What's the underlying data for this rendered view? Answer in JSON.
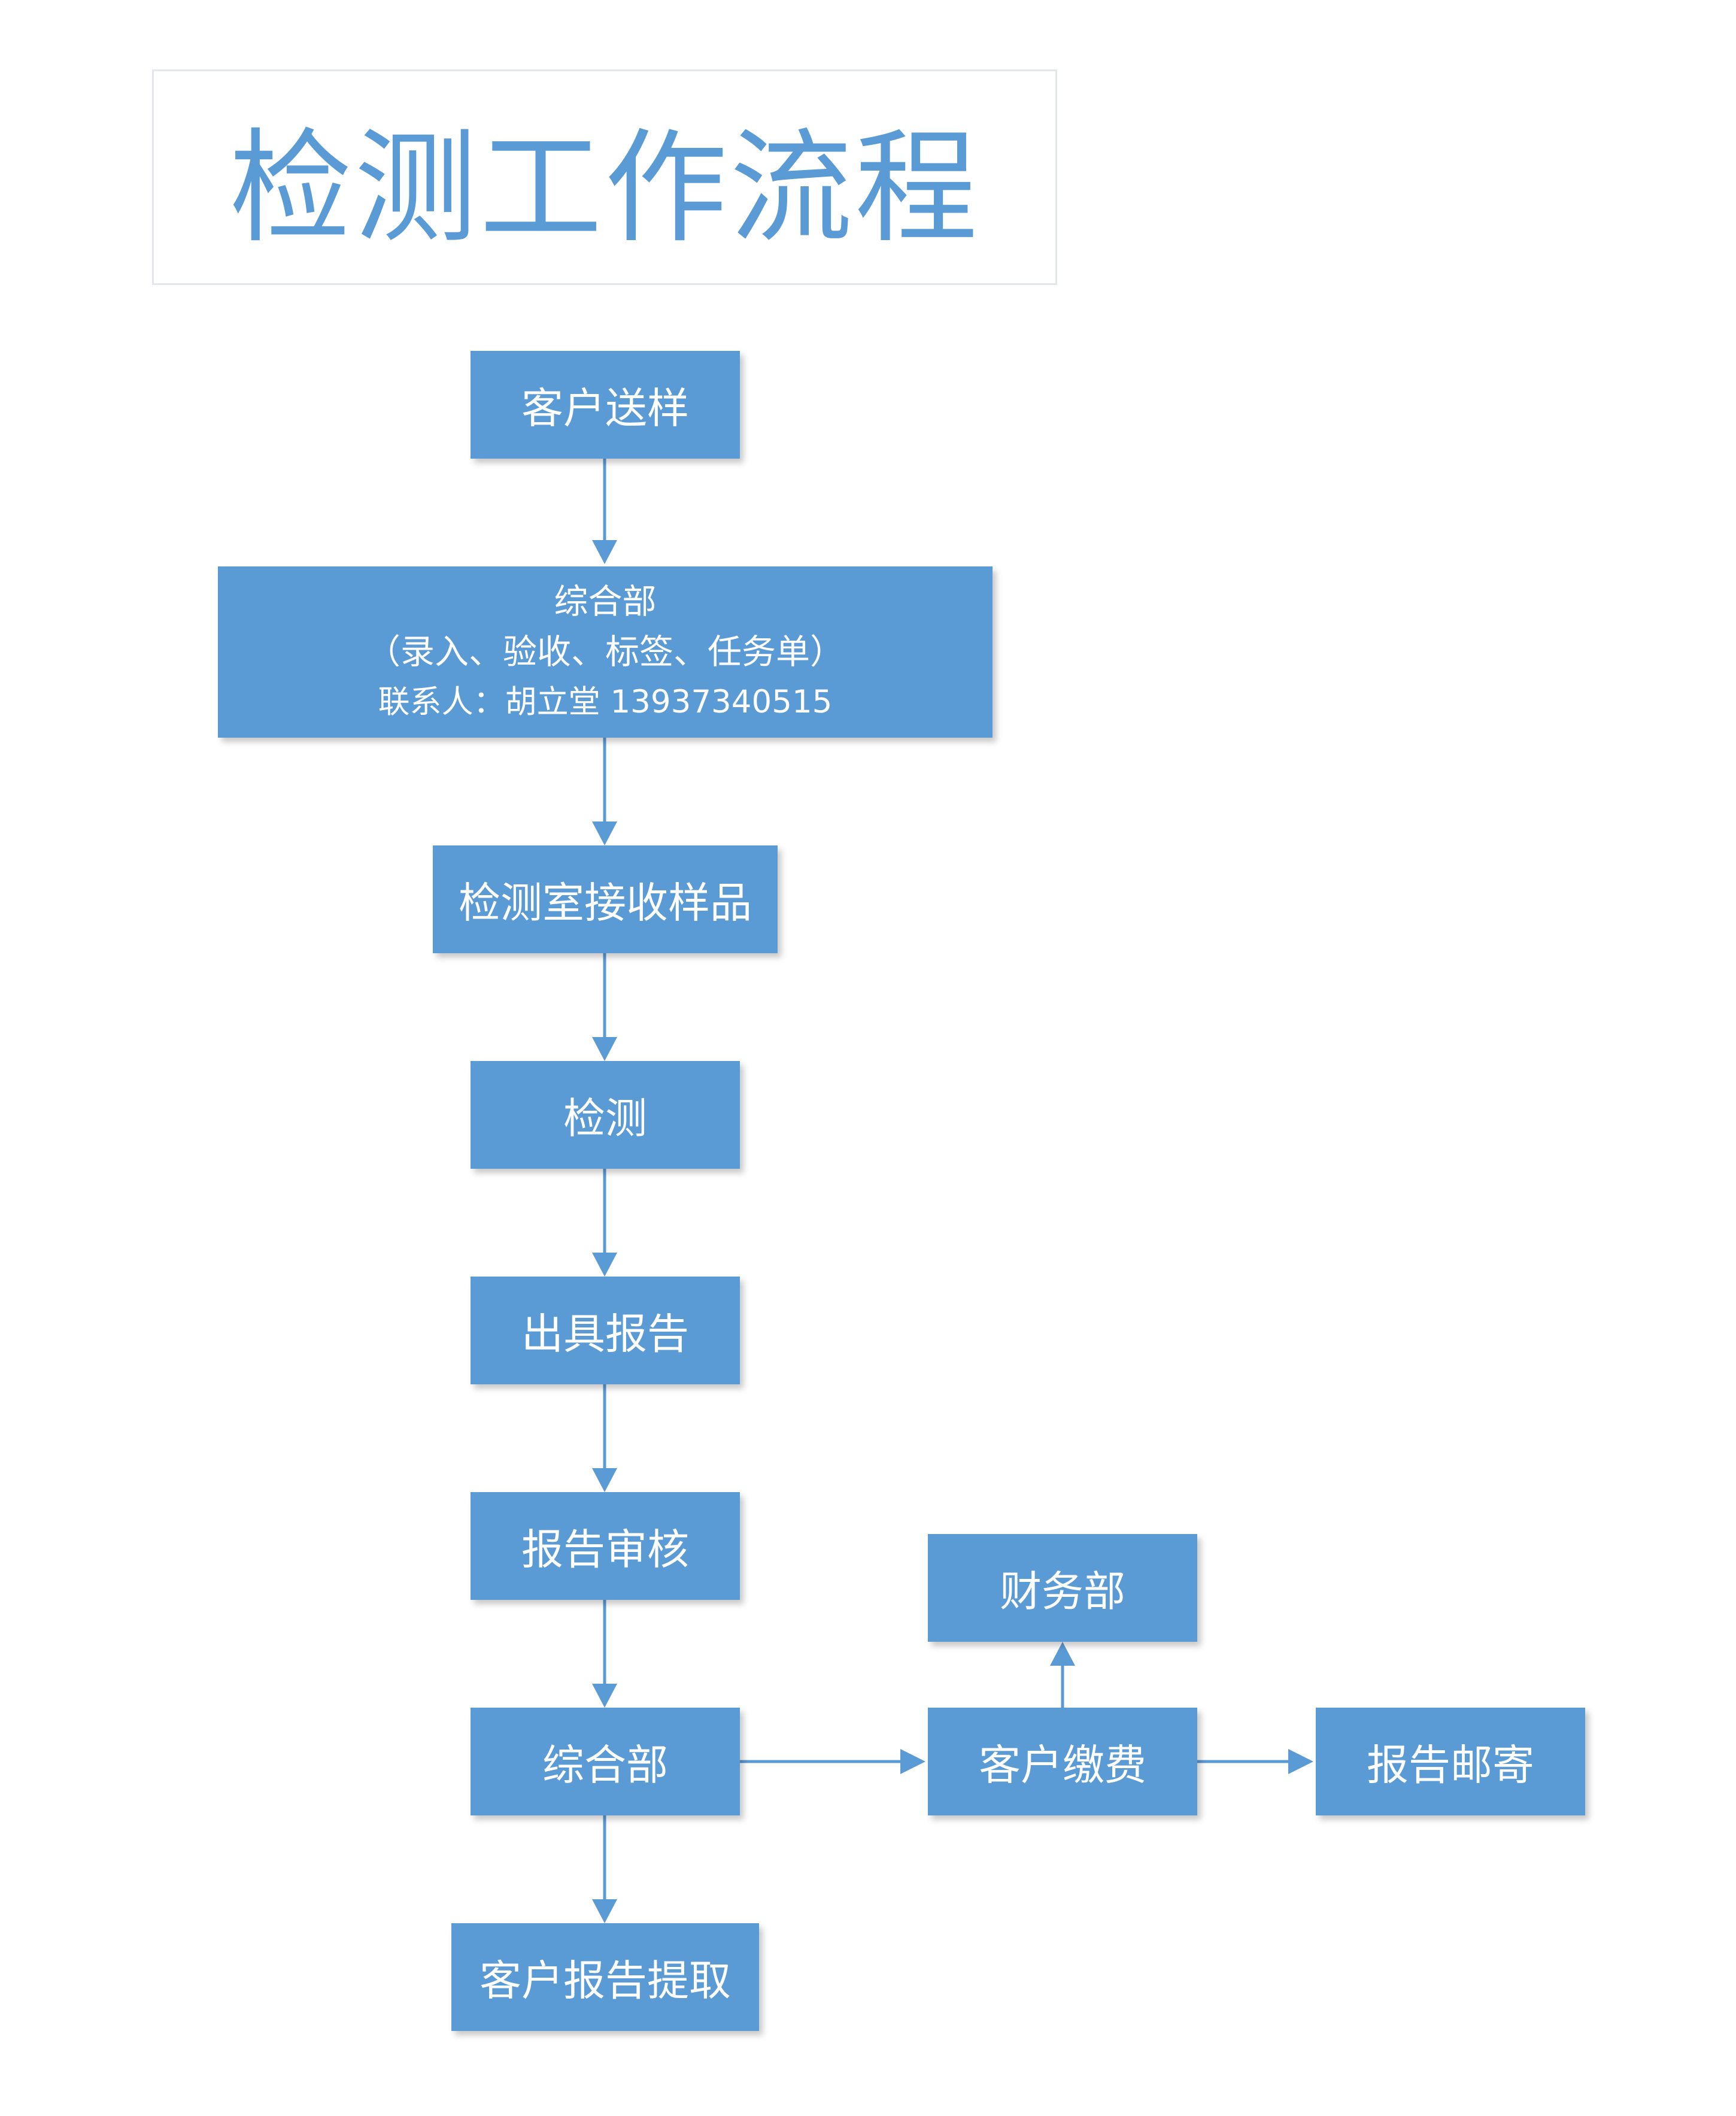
{
  "title": "检测工作流程",
  "colors": {
    "node_fill": "#5b9bd5",
    "node_text": "#ffffff",
    "title_text": "#5b9bd5",
    "connector": "#5b9bd5",
    "title_border": "#e3e6ea"
  },
  "nodes": {
    "customer_send_sample": "客户送样",
    "general_dept_1": {
      "name": "综合部",
      "tasks": "（录入、验收、标签、任务单）",
      "contact": "联系人：胡立堂 13937340515"
    },
    "lab_receive_sample": "检测室接收样品",
    "testing": "检测",
    "issue_report": "出具报告",
    "report_review": "报告审核",
    "general_dept_2": "综合部",
    "customer_payment": "客户缴费",
    "finance_dept": "财务部",
    "report_mail": "报告邮寄",
    "customer_report_pickup": "客户报告提取"
  },
  "edges": [
    {
      "from": "customer_send_sample",
      "to": "general_dept_1"
    },
    {
      "from": "general_dept_1",
      "to": "lab_receive_sample"
    },
    {
      "from": "lab_receive_sample",
      "to": "testing"
    },
    {
      "from": "testing",
      "to": "issue_report"
    },
    {
      "from": "issue_report",
      "to": "report_review"
    },
    {
      "from": "report_review",
      "to": "general_dept_2"
    },
    {
      "from": "general_dept_2",
      "to": "customer_report_pickup"
    },
    {
      "from": "general_dept_2",
      "to": "customer_payment"
    },
    {
      "from": "customer_payment",
      "to": "finance_dept"
    },
    {
      "from": "customer_payment",
      "to": "report_mail"
    }
  ]
}
